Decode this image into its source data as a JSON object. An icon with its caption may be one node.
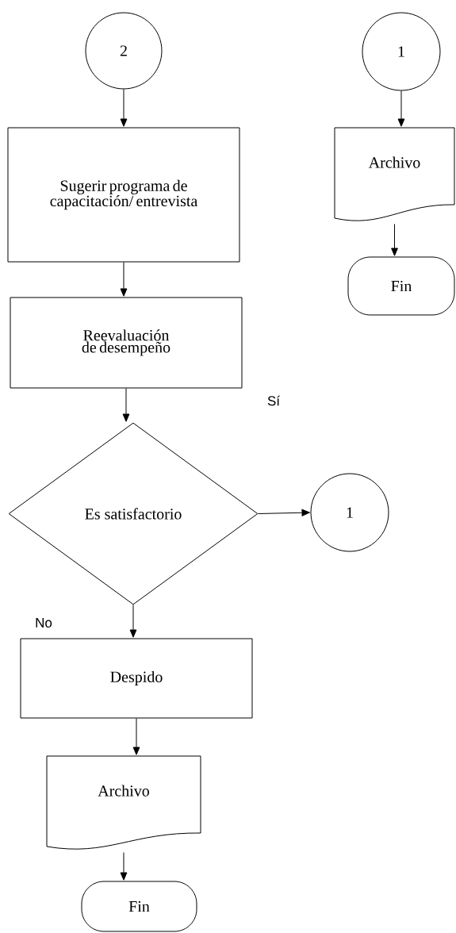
{
  "diagram": {
    "nodes": [
      {
        "text": [
          "2"
        ]
      },
      {
        "text": [
          "Sugerir programa de capacitación/ entrevista"
        ]
      },
      {
        "text": [
          "Reevaluación de desempeño"
        ]
      },
      {
        "text": [
          "Es satisfactorio"
        ]
      },
      {
        "text": [
          "1"
        ]
      },
      {
        "text": [
          "Despido"
        ]
      },
      {
        "text": [
          "Archivo"
        ]
      },
      {
        "text": [
          "Fin"
        ]
      },
      {
        "text": [
          "1"
        ]
      },
      {
        "text": [
          "Archivo"
        ]
      },
      {
        "text": [
          "Fin"
        ]
      }
    ],
    "edges": [
      {
        "from": 0,
        "to": 1,
        "arrow": "to"
      },
      {
        "from": 1,
        "to": 2,
        "arrow": "to"
      },
      {
        "from": 2,
        "to": 3,
        "arrow": "to"
      },
      {
        "from": 3,
        "to": 4,
        "arrow": "to"
      },
      {
        "from": 3,
        "to": 5,
        "arrow": "to"
      },
      {
        "from": 5,
        "to": 6,
        "arrow": "to"
      },
      {
        "from": 6,
        "to": 7,
        "arrow": "to"
      },
      {
        "from": 8,
        "to": 9,
        "arrow": "to"
      },
      {
        "from": 9,
        "to": 10,
        "arrow": "to"
      }
    ],
    "labels": [
      "Sí",
      "No"
    ]
  }
}
